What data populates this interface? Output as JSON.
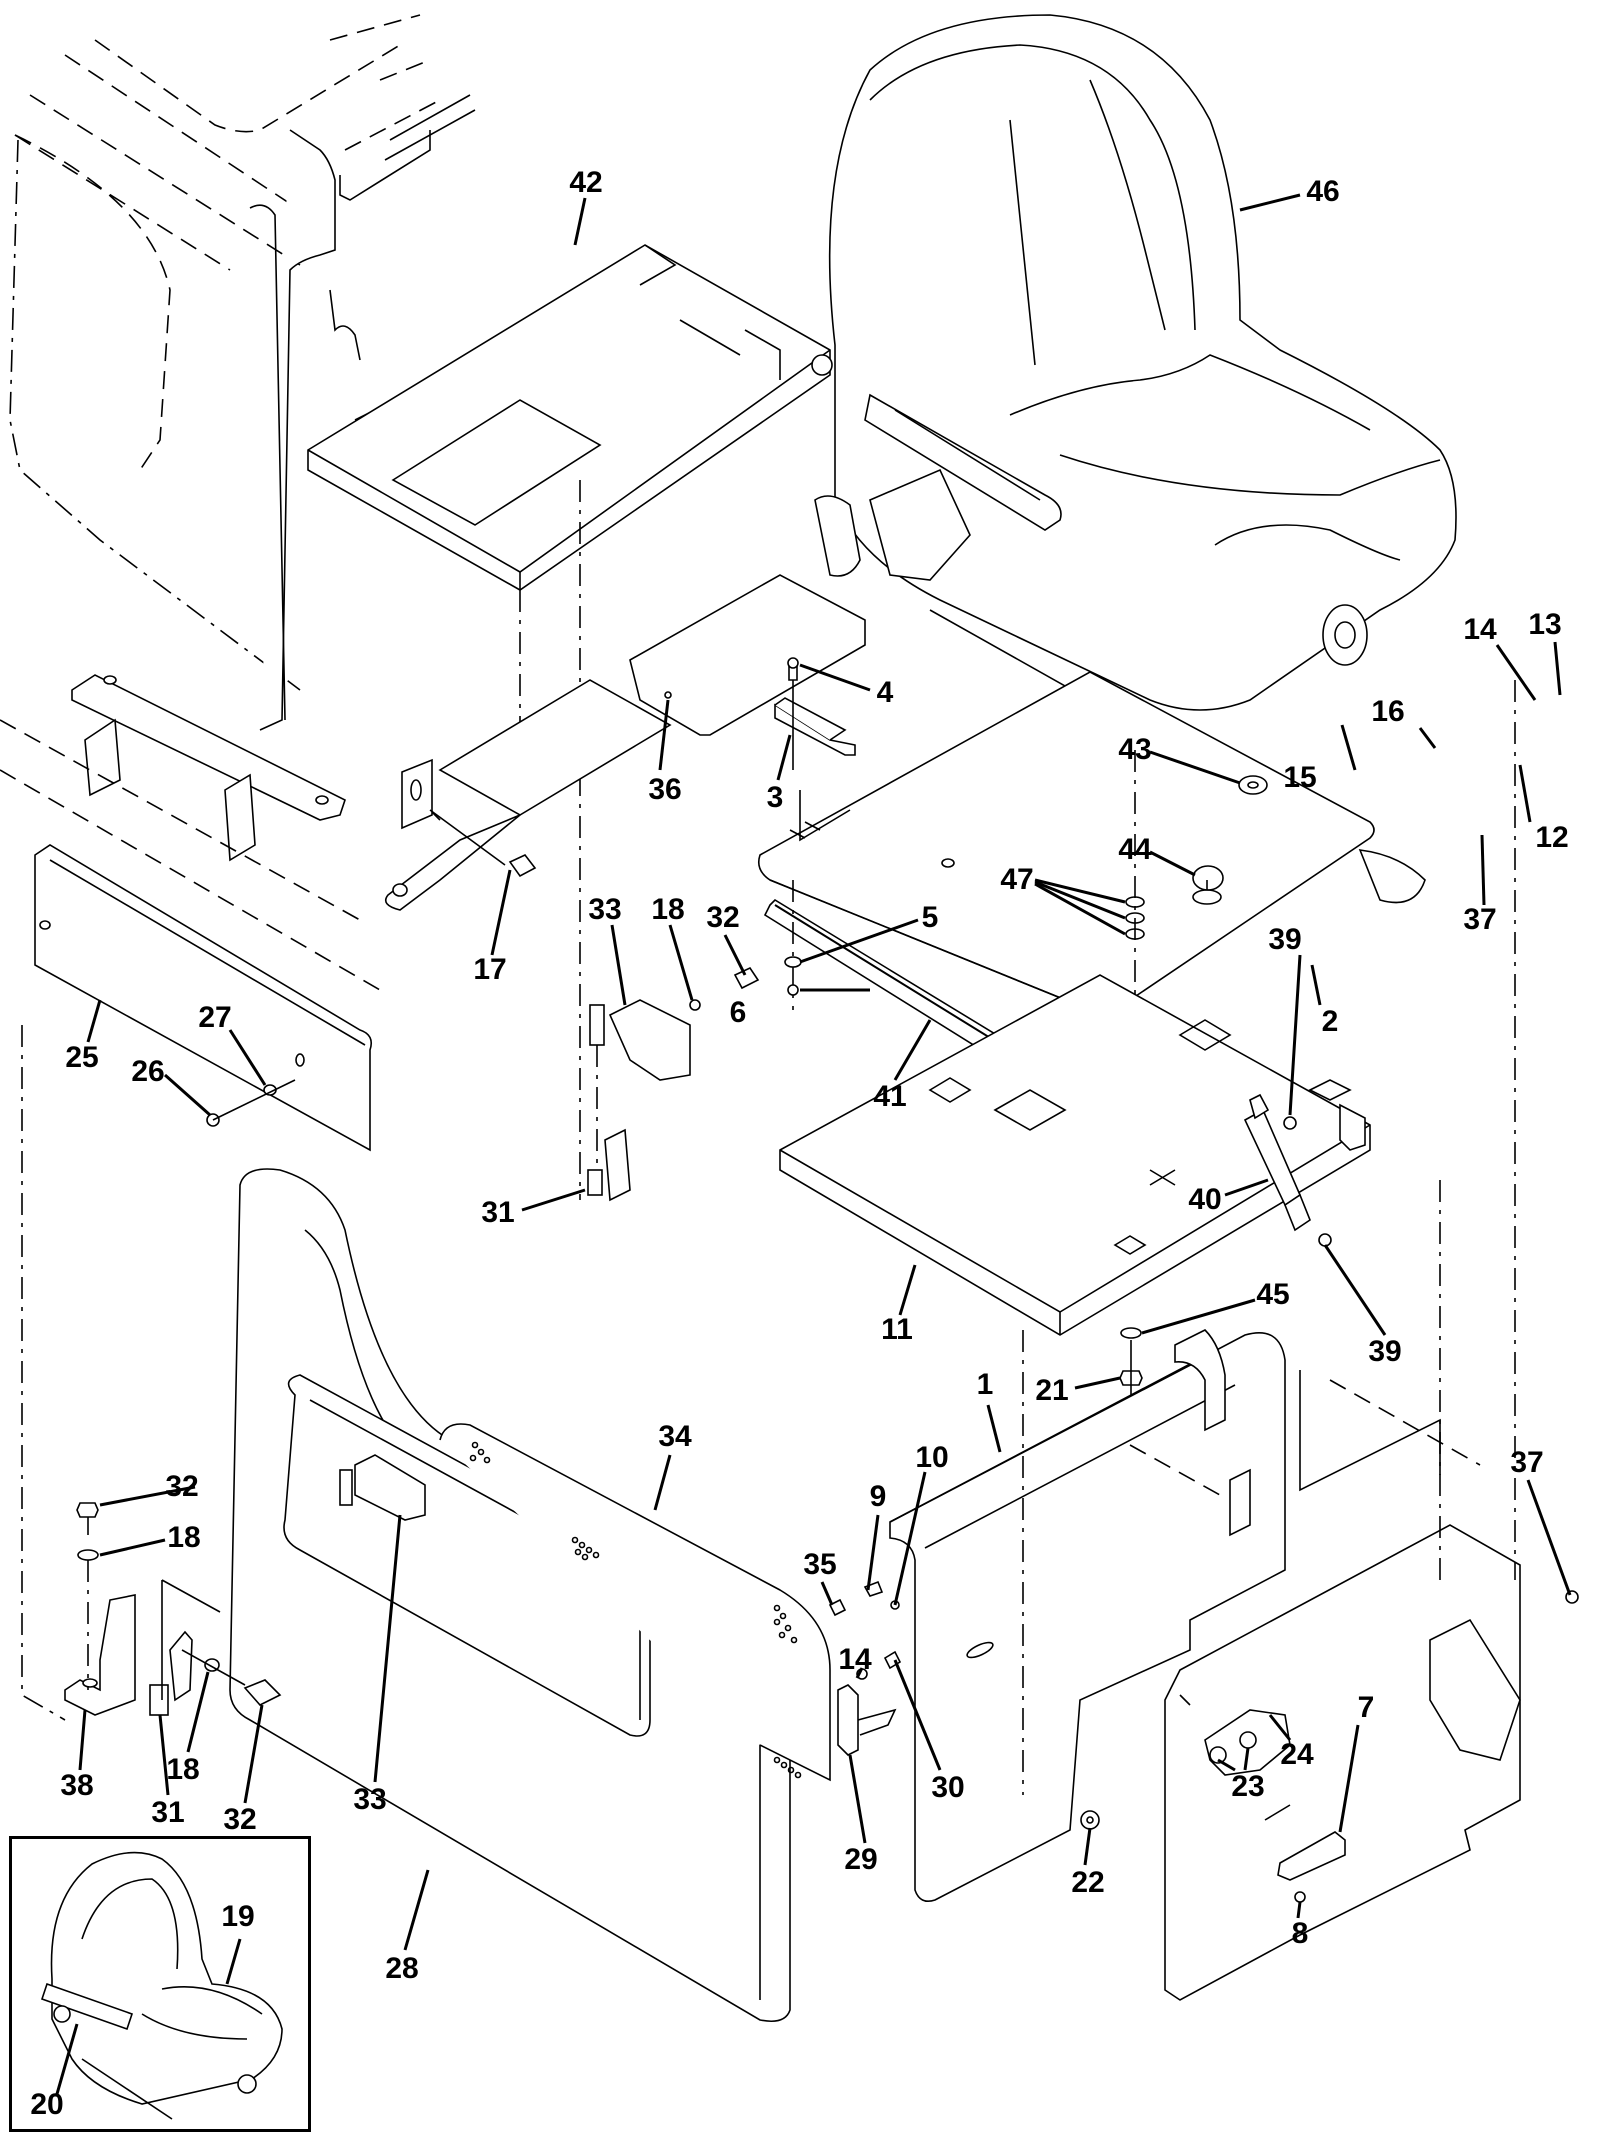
{
  "diagram": {
    "type": "exploded-parts-diagram",
    "subject": "Operator seat and seat mounting / enclosure assembly",
    "inset": {
      "callouts": [
        "19",
        "20"
      ]
    },
    "callouts": [
      {
        "id": "c42",
        "label": "42",
        "part": "seat-mount-top-plate"
      },
      {
        "id": "c46",
        "label": "46",
        "part": "seat-assembly"
      },
      {
        "id": "c4",
        "label": "4",
        "part": "bolt"
      },
      {
        "id": "c3",
        "label": "3",
        "part": "seat-latch-bracket"
      },
      {
        "id": "c36",
        "label": "36",
        "part": "mounting-bracket"
      },
      {
        "id": "c43",
        "label": "43",
        "part": "grommet"
      },
      {
        "id": "c44",
        "label": "44",
        "part": "plug"
      },
      {
        "id": "c47",
        "label": "47",
        "part": "washers"
      },
      {
        "id": "c14a",
        "label": "14",
        "part": "washer"
      },
      {
        "id": "c13",
        "label": "13",
        "part": "bolt"
      },
      {
        "id": "c16",
        "label": "16",
        "part": "washer"
      },
      {
        "id": "c15",
        "label": "15",
        "part": "nut"
      },
      {
        "id": "c12",
        "label": "12",
        "part": "support-rod"
      },
      {
        "id": "c37a",
        "label": "37",
        "part": "nut"
      },
      {
        "id": "c5",
        "label": "5",
        "part": "washer"
      },
      {
        "id": "c6",
        "label": "6",
        "part": "nut"
      },
      {
        "id": "c2",
        "label": "2",
        "part": "seat-pan"
      },
      {
        "id": "c39a",
        "label": "39",
        "part": "ball-stud"
      },
      {
        "id": "c41",
        "label": "41",
        "part": "seal-strip"
      },
      {
        "id": "c17",
        "label": "17",
        "part": "flange-bolt"
      },
      {
        "id": "c32a",
        "label": "32",
        "part": "bolt"
      },
      {
        "id": "c33a",
        "label": "33",
        "part": "hinge-bracket"
      },
      {
        "id": "c18a",
        "label": "18",
        "part": "washer"
      },
      {
        "id": "c25",
        "label": "25",
        "part": "front-panel"
      },
      {
        "id": "c27",
        "label": "27",
        "part": "washer"
      },
      {
        "id": "c26",
        "label": "26",
        "part": "screw"
      },
      {
        "id": "c31a",
        "label": "31",
        "part": "hinge-pin"
      },
      {
        "id": "c40",
        "label": "40",
        "part": "gas-spring"
      },
      {
        "id": "c11",
        "label": "11",
        "part": "insulation-pad"
      },
      {
        "id": "c45",
        "label": "45",
        "part": "washer"
      },
      {
        "id": "c39b",
        "label": "39",
        "part": "ball-stud"
      },
      {
        "id": "c21",
        "label": "21",
        "part": "nut"
      },
      {
        "id": "c1",
        "label": "1",
        "part": "seat-support-frame"
      },
      {
        "id": "c10",
        "label": "10",
        "part": "nut"
      },
      {
        "id": "c9",
        "label": "9",
        "part": "screw"
      },
      {
        "id": "c34",
        "label": "34",
        "part": "side-panel-liner"
      },
      {
        "id": "c35",
        "label": "35",
        "part": "screw"
      },
      {
        "id": "c32b",
        "label": "32",
        "part": "bolt"
      },
      {
        "id": "c18b",
        "label": "18",
        "part": "washer"
      },
      {
        "id": "c37b",
        "label": "37",
        "part": "nut"
      },
      {
        "id": "c14b",
        "label": "14",
        "part": "washer"
      },
      {
        "id": "c30",
        "label": "30",
        "part": "screw"
      },
      {
        "id": "c23",
        "label": "23",
        "part": "washers"
      },
      {
        "id": "c24",
        "label": "24",
        "part": "cotter-pin"
      },
      {
        "id": "c7",
        "label": "7",
        "part": "latch-handle"
      },
      {
        "id": "c29",
        "label": "29",
        "part": "latch-striker"
      },
      {
        "id": "c22",
        "label": "22",
        "part": "washer"
      },
      {
        "id": "c8",
        "label": "8",
        "part": "nut"
      },
      {
        "id": "c38",
        "label": "38",
        "part": "hinge-bracket"
      },
      {
        "id": "c31b",
        "label": "31",
        "part": "hinge-pin"
      },
      {
        "id": "c18c",
        "label": "18",
        "part": "washer"
      },
      {
        "id": "c32c",
        "label": "32",
        "part": "bolt"
      },
      {
        "id": "c33b",
        "label": "33",
        "part": "hinge-bracket"
      },
      {
        "id": "c28",
        "label": "28",
        "part": "side-door-panel"
      },
      {
        "id": "c19",
        "label": "19",
        "part": "optional-suspension-seat"
      },
      {
        "id": "c20",
        "label": "20",
        "part": "seat-belt"
      }
    ]
  }
}
